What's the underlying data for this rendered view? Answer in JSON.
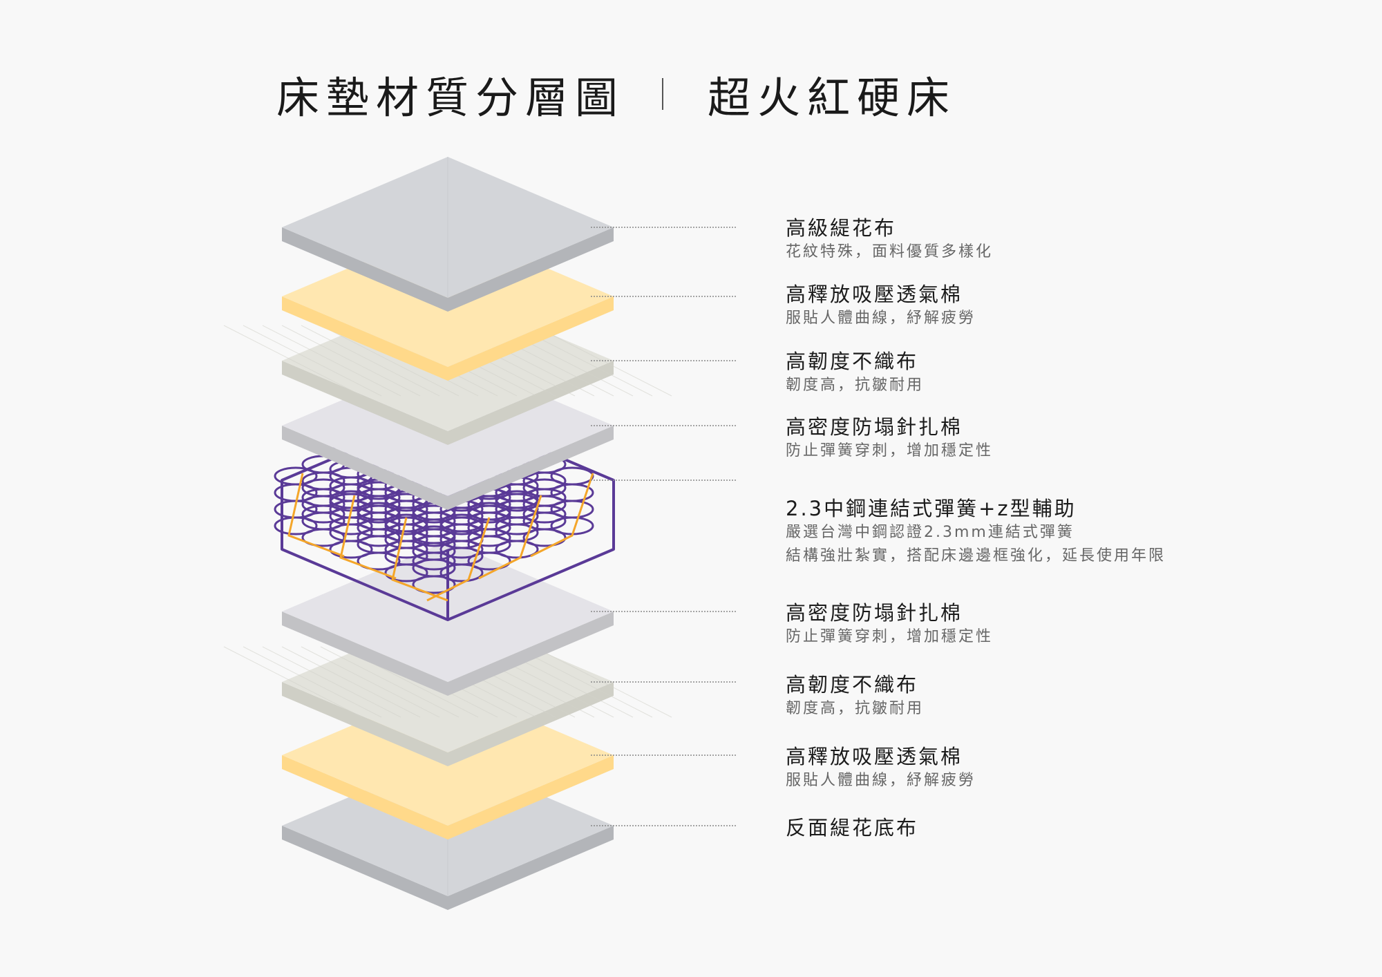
{
  "title": {
    "main": "床墊材質分層圖",
    "separator": "|",
    "product": "超火紅硬床"
  },
  "colors": {
    "gray": "#d3d5d9",
    "gray_side": "#b3b5b9",
    "yellow": "#ffe7b0",
    "yellow_side": "#ffd98a",
    "fabric": "#e3e3dc",
    "fabric_side": "#cfcfc6",
    "foam": "#e4e3e8",
    "foam_side": "#c2c2c5",
    "spring": "#5a3a97",
    "spring_frame": "#f4a62a"
  },
  "layers": [
    {
      "kind": "gray",
      "title": "高級緹花布",
      "desc": [
        "花紋特殊，面料優質多樣化"
      ]
    },
    {
      "kind": "yellow",
      "title": "高釋放吸壓透氣棉",
      "desc": [
        "服貼人體曲線，紓解疲勞"
      ]
    },
    {
      "kind": "fabric",
      "title": "高韌度不織布",
      "desc": [
        "韌度高，抗皺耐用"
      ]
    },
    {
      "kind": "foam",
      "title": "高密度防塌針扎棉",
      "desc": [
        "防止彈簧穿刺，增加穩定性"
      ]
    },
    {
      "kind": "spring",
      "title": "2.3中鋼連結式彈簧+z型輔助",
      "desc": [
        "嚴選台灣中鋼認證2.3mm連結式彈簧",
        "結構強壯紮實，搭配床邊邊框強化，延長使用年限"
      ]
    },
    {
      "kind": "foam",
      "title": "高密度防塌針扎棉",
      "desc": [
        "防止彈簧穿刺，增加穩定性"
      ]
    },
    {
      "kind": "fabric",
      "title": "高韌度不織布",
      "desc": [
        "韌度高，抗皺耐用"
      ]
    },
    {
      "kind": "yellow",
      "title": "高釋放吸壓透氣棉",
      "desc": [
        "服貼人體曲線，紓解疲勞"
      ]
    },
    {
      "kind": "gray",
      "title": "反面緹花底布",
      "desc": []
    }
  ]
}
